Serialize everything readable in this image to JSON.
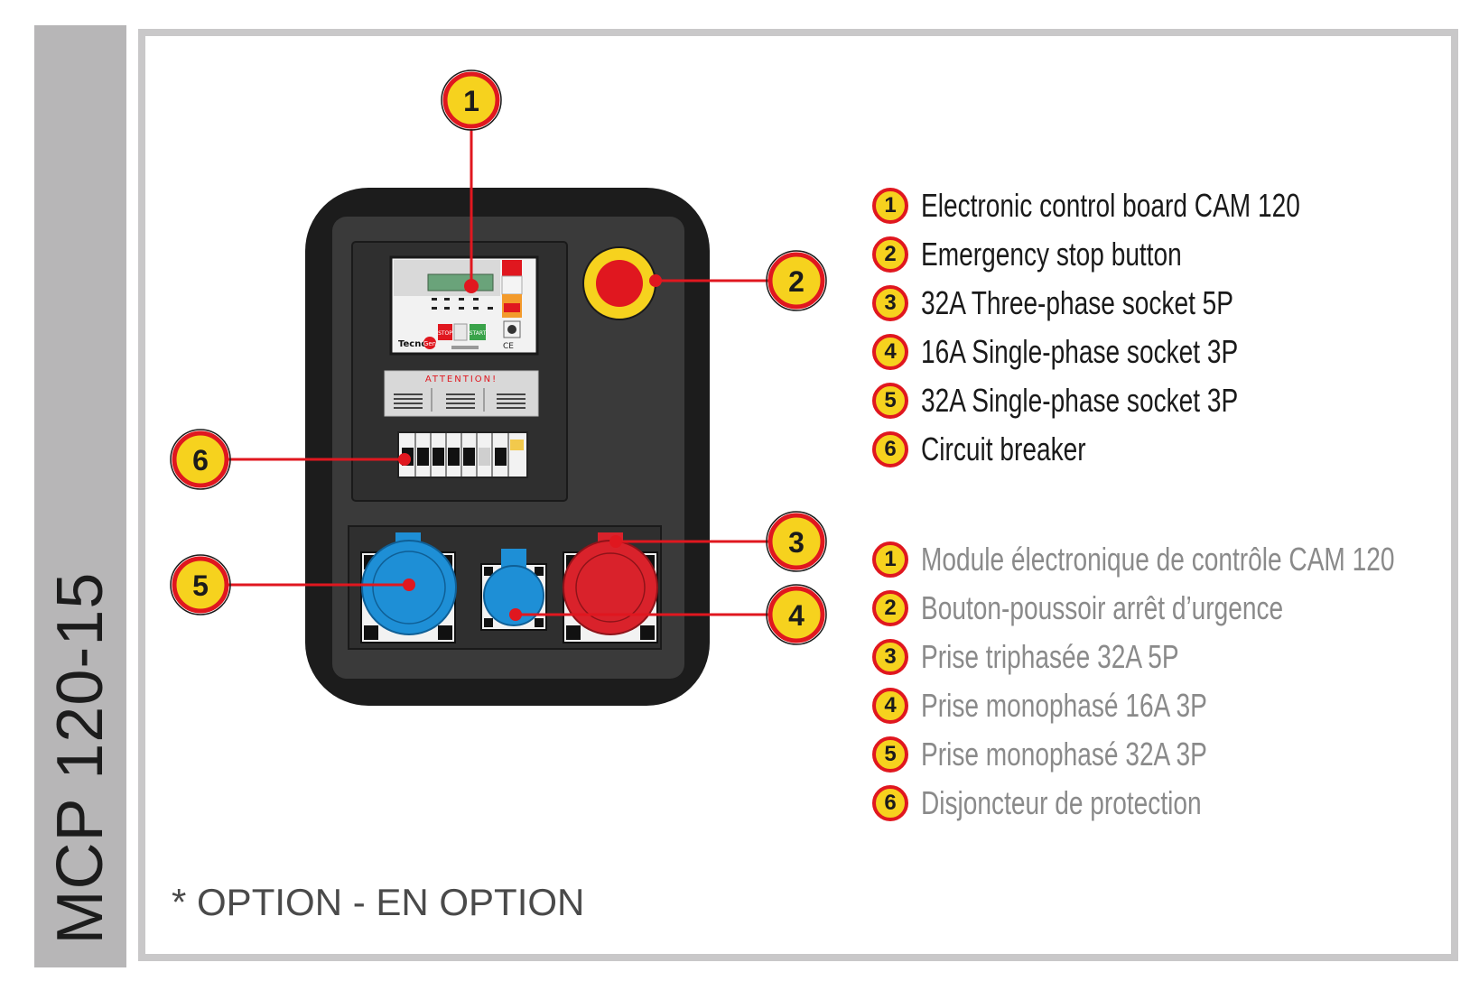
{
  "model": "MCP 120-15",
  "note": "* OPTION - EN OPTION",
  "panel": {
    "control_board": {
      "brand": "Tecno",
      "brand_suffix": "Gen",
      "stop_label": "STOP",
      "start_label": "START",
      "ce_mark": "CE"
    },
    "attention_label": "ATTENTION!"
  },
  "callouts": [
    "1",
    "2",
    "3",
    "4",
    "5",
    "6"
  ],
  "legend_en": [
    {
      "num": "1",
      "label": "Electronic control board CAM 120"
    },
    {
      "num": "2",
      "label": "Emergency stop button"
    },
    {
      "num": "3",
      "label": "32A Three-phase socket 5P"
    },
    {
      "num": "4",
      "label": "16A Single-phase socket 3P"
    },
    {
      "num": "5",
      "label": "32A Single-phase socket 3P"
    },
    {
      "num": "6",
      "label": "Circuit breaker"
    }
  ],
  "legend_fr": [
    {
      "num": "1",
      "label": "Module électronique de contrôle CAM 120"
    },
    {
      "num": "2",
      "label": "Bouton-poussoir arrêt d’urgence"
    },
    {
      "num": "3",
      "label": "Prise triphasée 32A 5P"
    },
    {
      "num": "4",
      "label": "Prise monophasé 16A 3P"
    },
    {
      "num": "5",
      "label": "Prise monophasé 32A 3P"
    },
    {
      "num": "6",
      "label": "Disjoncteur de protection"
    }
  ],
  "colors": {
    "callout_fill": "#f6d21e",
    "callout_ring": "#e0171f",
    "leader_line": "#e0171f",
    "cabinet": "#1c1c1c",
    "panel": "#3a3a3a",
    "socket_blue": "#1e8fd6",
    "socket_red": "#d9222b"
  }
}
